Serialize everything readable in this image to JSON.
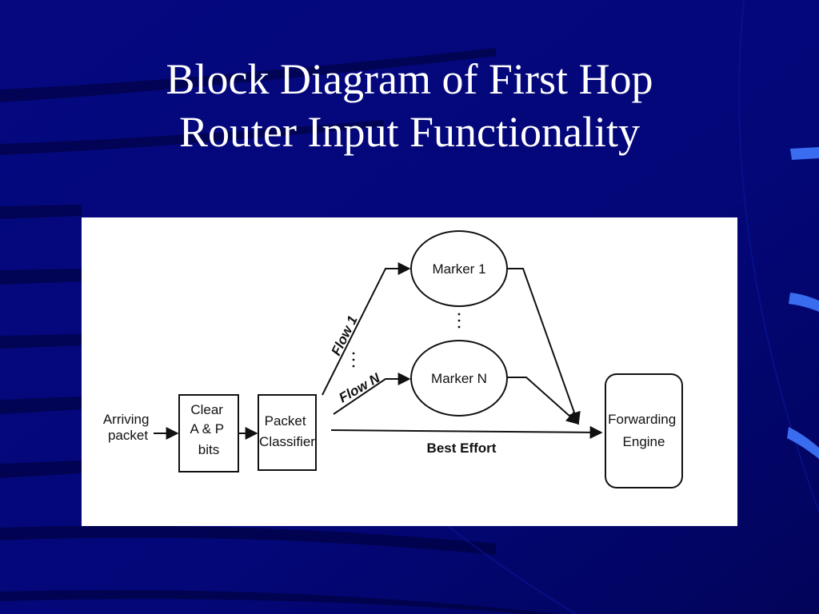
{
  "slide": {
    "title_line1": "Block Diagram of First Hop",
    "title_line2": "Router Input Functionality"
  },
  "diagram": {
    "arriving_packet": {
      "line1": "Arriving",
      "line2": "packet"
    },
    "clear_bits": {
      "line1": "Clear",
      "line2": "A & P",
      "line3": "bits"
    },
    "packet_classifier": {
      "line1": "Packet",
      "line2": "Classifier"
    },
    "marker_1": "Marker 1",
    "marker_n": "Marker N",
    "flow_1": "Flow 1",
    "flow_n": "Flow N",
    "best_effort": "Best Effort",
    "forwarding_engine": {
      "line1": "Forwarding",
      "line2": "Engine"
    }
  },
  "colors": {
    "background": "#04067d",
    "panel": "#ffffff",
    "ink": "#111111",
    "accent_tab": "#3a6cf0"
  }
}
